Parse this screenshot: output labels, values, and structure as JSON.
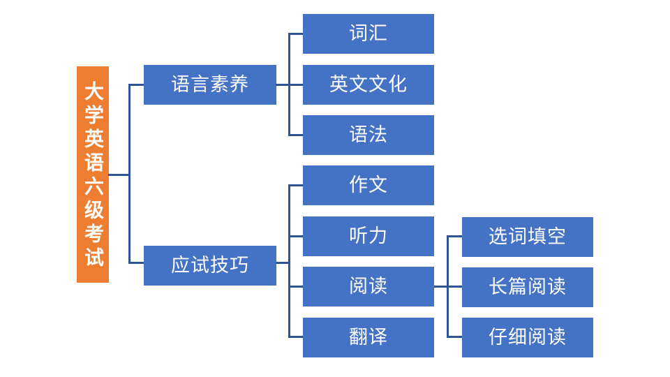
{
  "diagram": {
    "type": "tree-mindmap",
    "title": "大学英语六级考试",
    "colors": {
      "root_fill": "#ED7D31",
      "node_fill": "#4472C4",
      "node_text": "#FFFFFF",
      "connector": "#2E5496",
      "background": "#FFFFFF"
    },
    "root": {
      "label": "大学英语六级考试"
    },
    "branches": [
      {
        "label": "语言素养",
        "children": [
          {
            "label": "词汇"
          },
          {
            "label": "英文文化"
          },
          {
            "label": "语法"
          }
        ]
      },
      {
        "label": "应试技巧",
        "children": [
          {
            "label": "作文"
          },
          {
            "label": "听力"
          },
          {
            "label": "阅读",
            "children": [
              {
                "label": "选词填空"
              },
              {
                "label": "长篇阅读"
              },
              {
                "label": "仔细阅读"
              }
            ]
          },
          {
            "label": "翻译"
          }
        ]
      }
    ]
  }
}
